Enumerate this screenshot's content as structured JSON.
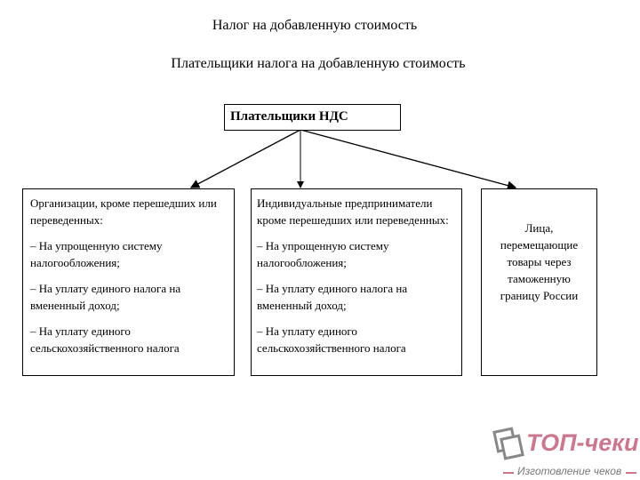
{
  "title": "Налог на добавленную стоимость",
  "subtitle": "Плательщики налога на добавленную стоимость",
  "root": "Плательщики НДС",
  "boxes": [
    {
      "lines": [
        "Организации, кроме перешедших или переведенных:",
        "– На упрощенную систему налогообложения;",
        "– На уплату единого налога на вмененный доход;",
        "– На уплату единого сельскохозяйственного налога"
      ]
    },
    {
      "lines": [
        "Индивидуальные предприниматели кроме перешедших или переведенных:",
        "– На упрощенную систему налогообложения;",
        "– На уплату единого налога на вмененный доход;",
        "– На уплату единого сельскохозяйственного налога"
      ]
    },
    {
      "lines": [
        "Лица, перемещающие товары через таможенную границу России"
      ]
    }
  ],
  "watermark": {
    "brand": "ТОП-чеки",
    "tagline": "Изготовление чеков",
    "color": "#c9788e"
  }
}
